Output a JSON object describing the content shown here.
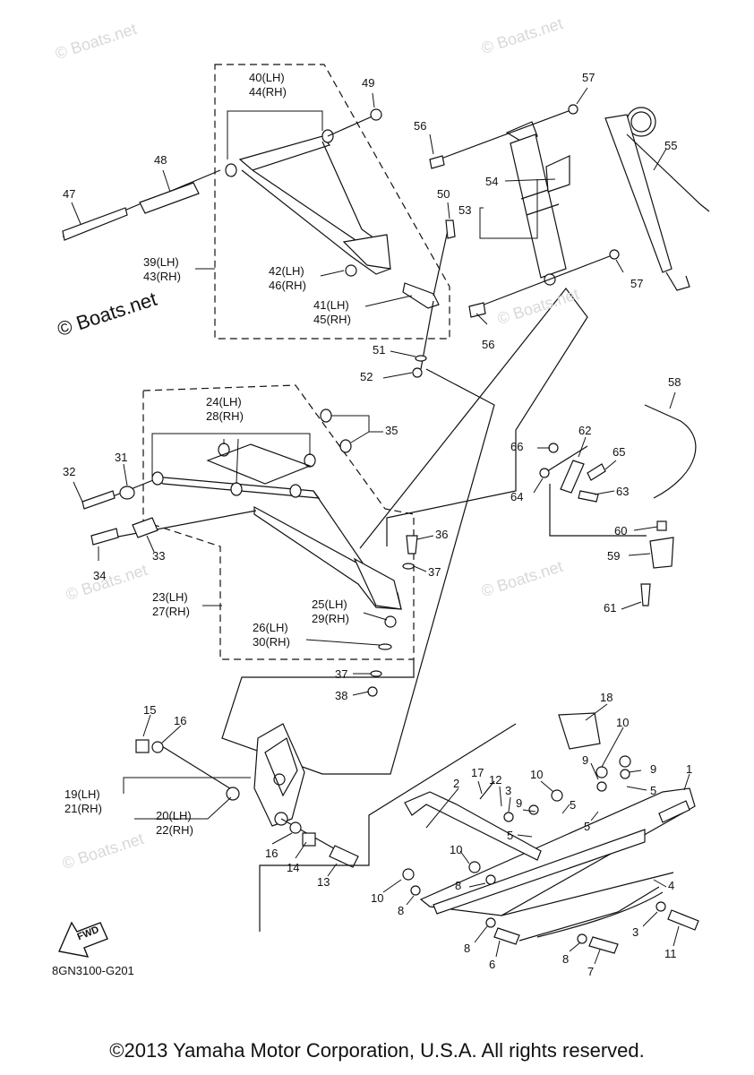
{
  "watermarks": [
    "© Boats.net"
  ],
  "callouts": [
    {
      "text": "40(LH)"
    },
    {
      "text": "44(RH)"
    },
    {
      "text": "49"
    },
    {
      "text": "57"
    },
    {
      "text": "56"
    },
    {
      "text": "48"
    },
    {
      "text": "47"
    },
    {
      "text": "50"
    },
    {
      "text": "54"
    },
    {
      "text": "53"
    },
    {
      "text": "55"
    },
    {
      "text": "39(LH)"
    },
    {
      "text": "43(RH)"
    },
    {
      "text": "42(LH)"
    },
    {
      "text": "46(RH)"
    },
    {
      "text": "41(LH)"
    },
    {
      "text": "45(RH)"
    },
    {
      "text": "57"
    },
    {
      "text": "56"
    },
    {
      "text": "51"
    },
    {
      "text": "52"
    },
    {
      "text": "58"
    },
    {
      "text": "24(LH)"
    },
    {
      "text": "28(RH)"
    },
    {
      "text": "35"
    },
    {
      "text": "62"
    },
    {
      "text": "66"
    },
    {
      "text": "65"
    },
    {
      "text": "31"
    },
    {
      "text": "32"
    },
    {
      "text": "64"
    },
    {
      "text": "63"
    },
    {
      "text": "36"
    },
    {
      "text": "60"
    },
    {
      "text": "34"
    },
    {
      "text": "33"
    },
    {
      "text": "37"
    },
    {
      "text": "59"
    },
    {
      "text": "23(LH)"
    },
    {
      "text": "27(RH)"
    },
    {
      "text": "25(LH)"
    },
    {
      "text": "29(RH)"
    },
    {
      "text": "61"
    },
    {
      "text": "26(LH)"
    },
    {
      "text": "30(RH)"
    },
    {
      "text": "37"
    },
    {
      "text": "38"
    },
    {
      "text": "15"
    },
    {
      "text": "16"
    },
    {
      "text": "18"
    },
    {
      "text": "10"
    },
    {
      "text": "17"
    },
    {
      "text": "12"
    },
    {
      "text": "10"
    },
    {
      "text": "9"
    },
    {
      "text": "9"
    },
    {
      "text": "1"
    },
    {
      "text": "19(LH)"
    },
    {
      "text": "21(RH)"
    },
    {
      "text": "2"
    },
    {
      "text": "3"
    },
    {
      "text": "9"
    },
    {
      "text": "5"
    },
    {
      "text": "5"
    },
    {
      "text": "20(LH)"
    },
    {
      "text": "22(RH)"
    },
    {
      "text": "5"
    },
    {
      "text": "5"
    },
    {
      "text": "16"
    },
    {
      "text": "14"
    },
    {
      "text": "10"
    },
    {
      "text": "13"
    },
    {
      "text": "8"
    },
    {
      "text": "4"
    },
    {
      "text": "10"
    },
    {
      "text": "8"
    },
    {
      "text": "3"
    },
    {
      "text": "11"
    },
    {
      "text": "8"
    },
    {
      "text": "6"
    },
    {
      "text": "8"
    },
    {
      "text": "7"
    }
  ],
  "fwd_label": "FWD",
  "diagram_code": "8GN3100-G201",
  "copyright": "©2013 Yamaha Motor Corporation, U.S.A. All rights reserved."
}
